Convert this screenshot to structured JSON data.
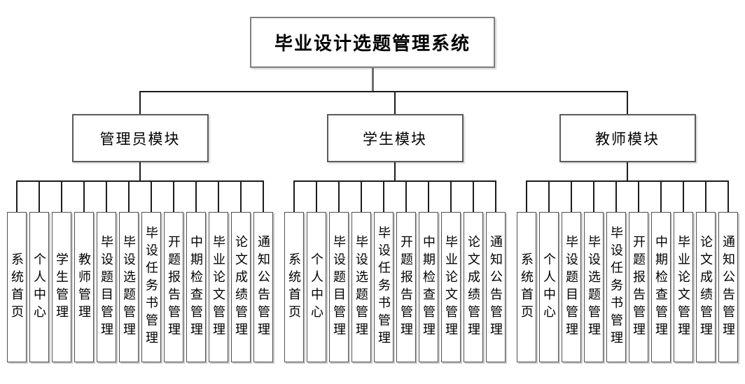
{
  "title": "毕业设计选题管理系统",
  "modules": [
    {
      "label": "管理员模块",
      "leaves": [
        "系统首页",
        "个人中心",
        "学生管理",
        "教师管理",
        "毕设题目管理",
        "毕设选题管理",
        "毕设任务书管理",
        "开题报告管理",
        "中期检查管理",
        "毕业论文管理",
        "论文成绩管理",
        "通知公告管理"
      ]
    },
    {
      "label": "学生模块",
      "leaves": [
        "系统首页",
        "个人中心",
        "毕设题目管理",
        "毕设选题管理",
        "毕设任务书管理",
        "开题报告管理",
        "中期检查管理",
        "毕业论文管理",
        "论文成绩管理",
        "通知公告管理"
      ]
    },
    {
      "label": "教师模块",
      "leaves": [
        "系统首页",
        "个人中心",
        "毕设题目管理",
        "毕设选题管理",
        "毕设任务书管理",
        "开题报告管理",
        "中期检查管理",
        "毕业论文管理",
        "论文成绩管理",
        "通知公告管理"
      ]
    }
  ],
  "colors": {
    "background": "#ffffff",
    "connector_line": "#1c1c1c",
    "root_border": "#7f7f7f",
    "module_border": "#5a5a5a",
    "leaf_border": "#4f4f4f",
    "text": "#000000"
  }
}
